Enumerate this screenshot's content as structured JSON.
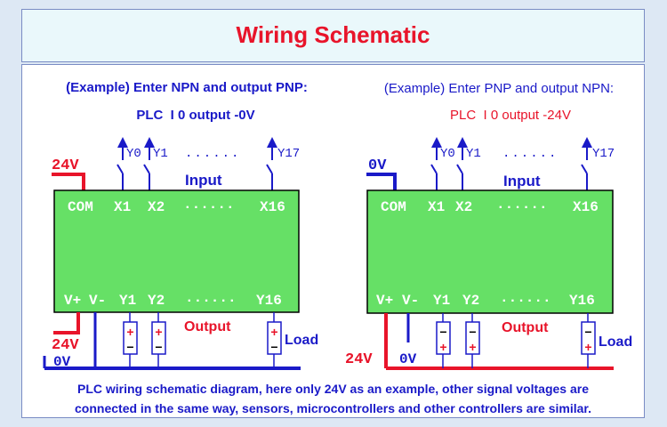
{
  "title": "Wiring Schematic",
  "left": {
    "heading": "(Example) Enter NPN and output PNP:",
    "subheading": "PLC  I 0 output -0V",
    "top_voltage": "24V",
    "bottom_voltage_red": "24V",
    "bottom_voltage_blue": "0V",
    "outputs_top": [
      "Y0",
      "Y1",
      "......",
      "Y17"
    ],
    "input_label": "Input",
    "inputs": [
      "COM",
      "X1",
      "X2",
      "······",
      "X16"
    ],
    "bottom_terminals": [
      "V+",
      "V-",
      "Y1",
      "Y2",
      "······",
      "Y16"
    ],
    "output_label": "Output",
    "load_label": "Load"
  },
  "right": {
    "heading": "(Example) Enter PNP and output NPN:",
    "subheading": "PLC  I 0 output -24V",
    "top_voltage": "0V",
    "bottom_voltage_red": "24V",
    "bottom_voltage_blue": "0V",
    "outputs_top": [
      "Y0",
      "Y1",
      "......",
      "Y17"
    ],
    "input_label": "Input",
    "inputs": [
      "COM",
      "X1",
      "X2",
      "······",
      "X16"
    ],
    "bottom_terminals": [
      "V+",
      "V-",
      "Y1",
      "Y2",
      "······",
      "Y16"
    ],
    "output_label": "Output",
    "load_label": "Load"
  },
  "caption_line1": "PLC wiring schematic diagram, here only 24V as an example, other signal voltages are",
  "caption_line2": "connected in the same way, sensors, microcontrollers and other controllers are similar.",
  "colors": {
    "red": "#e8142a",
    "blue": "#1a1ac8",
    "green": "#66e066",
    "title_red": "#e8142a"
  },
  "load_symbol": {
    "plus": "+",
    "minus": "−"
  }
}
